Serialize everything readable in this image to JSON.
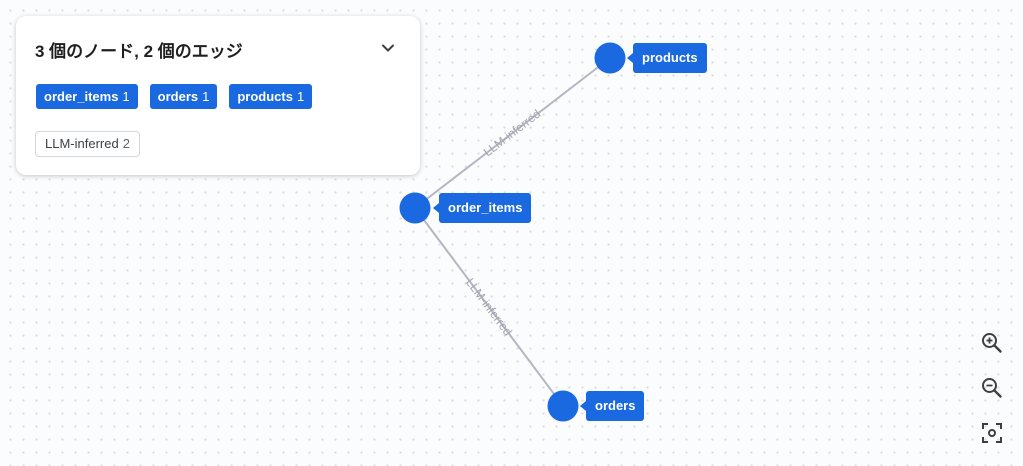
{
  "summary": {
    "title": "3 個のノード, 2 個のエッジ",
    "node_types": [
      {
        "label": "order_items",
        "count": "1"
      },
      {
        "label": "orders",
        "count": "1"
      },
      {
        "label": "products",
        "count": "1"
      }
    ],
    "edge_types": [
      {
        "label": "LLM-inferred",
        "count": "2"
      }
    ]
  },
  "graph": {
    "nodes": [
      {
        "label": "products"
      },
      {
        "label": "order_items"
      },
      {
        "label": "orders"
      }
    ],
    "edges": [
      {
        "from": "order_items",
        "to": "products",
        "label": "LLM-inferred"
      },
      {
        "from": "order_items",
        "to": "orders",
        "label": "LLM-inferred"
      }
    ]
  },
  "colors": {
    "node": "#1a69e0",
    "edge": "#b3b7c2",
    "edge_label": "#a1a5ae"
  },
  "icons": {
    "collapse": "chevron-down-icon",
    "zoom_in": "zoom-in-icon",
    "zoom_out": "zoom-out-icon",
    "fit": "fit-view-icon"
  }
}
